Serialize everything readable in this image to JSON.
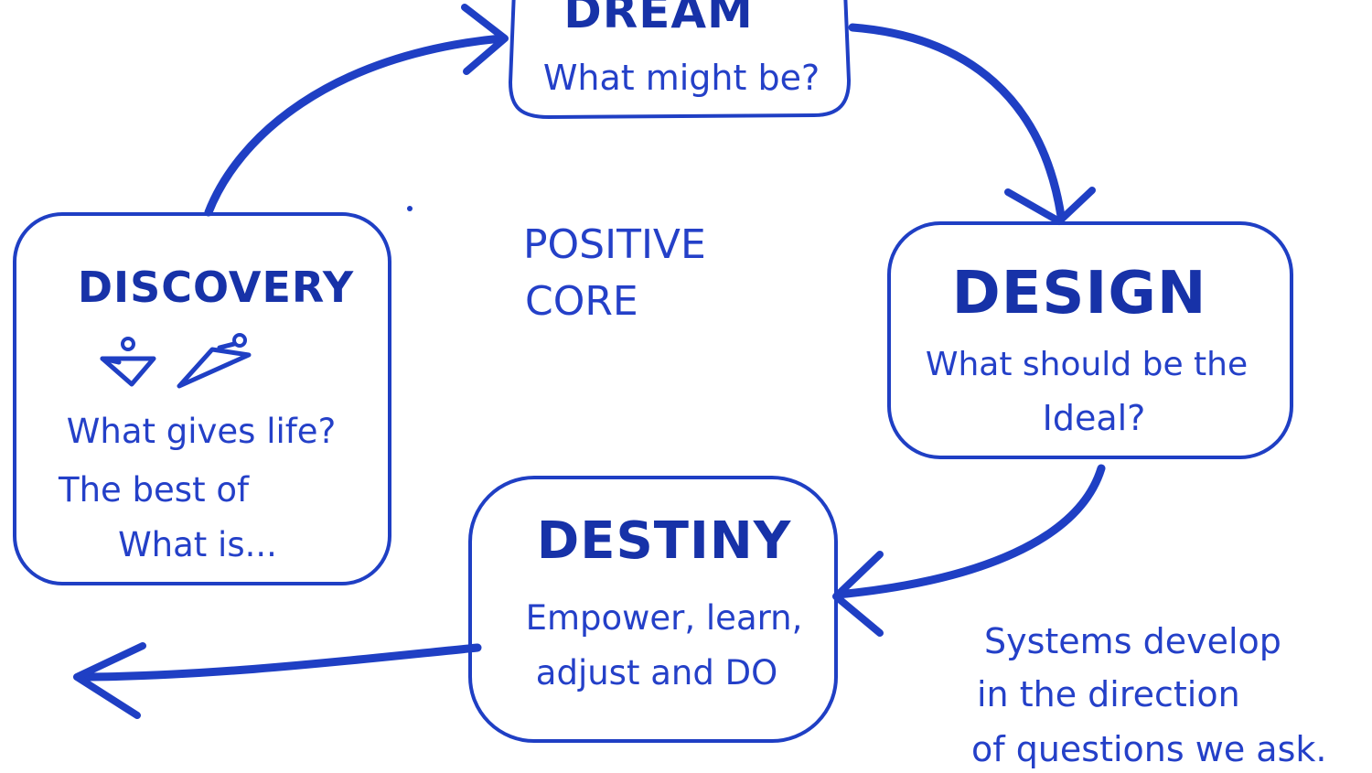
{
  "colors": {
    "ink": "#1f3fc4",
    "background": "#ffffff"
  },
  "dream": {
    "title": "DREAM",
    "question": "What might be?"
  },
  "design": {
    "title": "DESIGN",
    "line1": "What should be the",
    "line2": "Ideal?"
  },
  "destiny": {
    "title": "DESTINY",
    "line1": "Empower, learn,",
    "line2": "adjust and DO"
  },
  "discovery": {
    "title": "DISCOVERY",
    "line1": "What gives life?",
    "line2": "The best of",
    "line3": "What is..."
  },
  "center": {
    "line1": "POSITIVE",
    "line2": "CORE"
  },
  "note": {
    "line1": "Systems develop",
    "line2": "in the direction",
    "line3": "of questions we ask."
  },
  "icons": [
    "person-icon",
    "person-icon"
  ]
}
